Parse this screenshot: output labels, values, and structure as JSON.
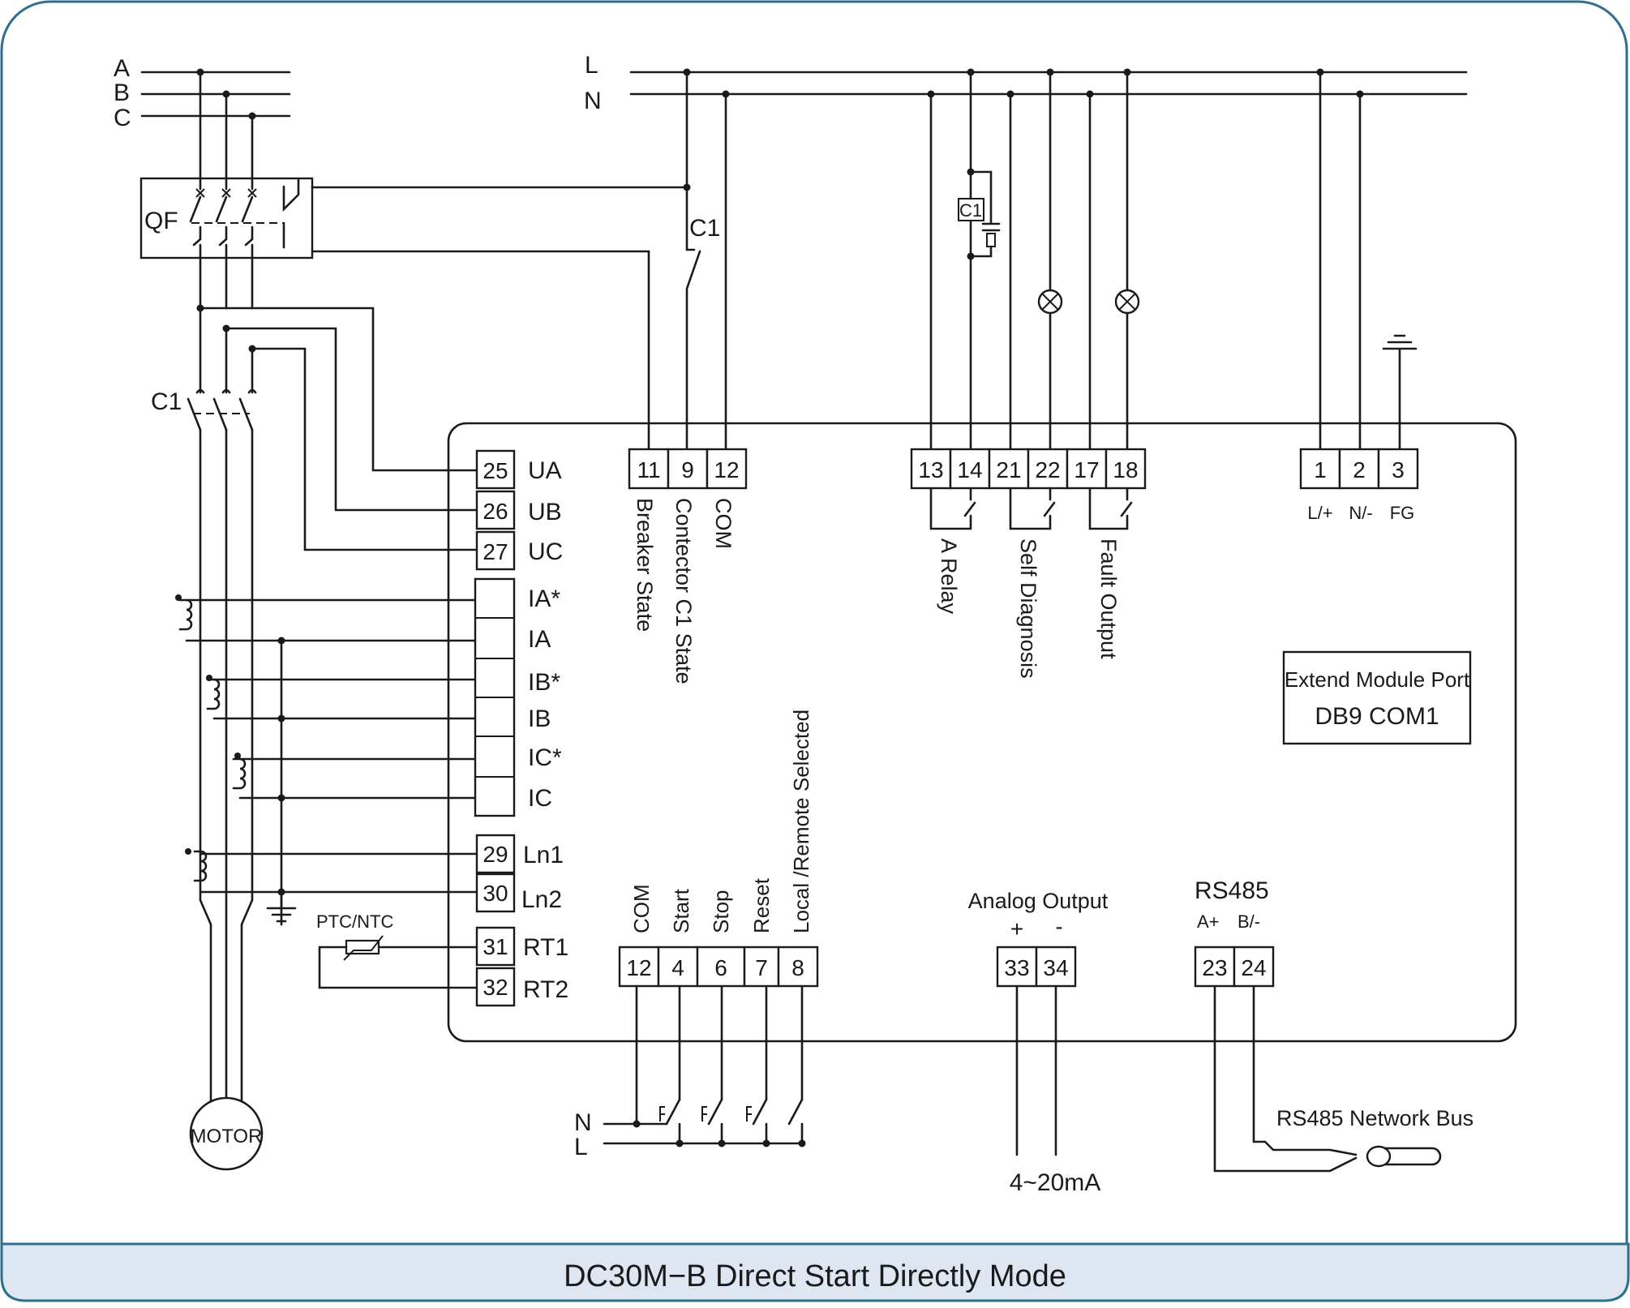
{
  "colors": {
    "frame": "#2d6f8f",
    "footer_bg": "#dde6f1",
    "ink": "#1a1a1a"
  },
  "footer": {
    "title": "DC30M−B Direct Start Directly Mode"
  },
  "supply_3phase": {
    "a": "A",
    "b": "B",
    "c": "C"
  },
  "supply_control": {
    "l": "L",
    "n": "N"
  },
  "switchgear": {
    "breaker": "QF",
    "contactor_main": "C1",
    "contactor_aux": "C1",
    "coil": "C1",
    "motor": "MOTOR",
    "sensor": "PTC/NTC"
  },
  "voltage_terminals": [
    {
      "num": "25",
      "label": "UA"
    },
    {
      "num": "26",
      "label": "UB"
    },
    {
      "num": "27",
      "label": "UC"
    }
  ],
  "current_terminals": [
    {
      "label": "IA*"
    },
    {
      "label": "IA"
    },
    {
      "label": "IB*"
    },
    {
      "label": "IB"
    },
    {
      "label": "IC*"
    },
    {
      "label": "IC"
    }
  ],
  "leakage_terminals": [
    {
      "num": "29",
      "label": "Ln1"
    },
    {
      "num": "30",
      "label": "Ln2"
    }
  ],
  "rt_terminals": [
    {
      "num": "31",
      "label": "RT1"
    },
    {
      "num": "32",
      "label": "RT2"
    }
  ],
  "state_terminals": [
    {
      "num": "11",
      "label": "Breaker State"
    },
    {
      "num": "9",
      "label": "Contector C1 State"
    },
    {
      "num": "12",
      "label": "COM"
    }
  ],
  "relay_terminals": [
    "13",
    "14",
    "21",
    "22",
    "17",
    "18"
  ],
  "relay_labels": [
    "A Relay",
    "Self Diagnosis",
    "Fault Output"
  ],
  "power_terminals": [
    {
      "num": "1",
      "label": "L/+"
    },
    {
      "num": "2",
      "label": "N/-"
    },
    {
      "num": "3",
      "label": "FG"
    }
  ],
  "extend_port": {
    "line1": "Extend Module Port",
    "line2": "DB9 COM1"
  },
  "input_terminals": [
    {
      "num": "12",
      "label": "COM"
    },
    {
      "num": "4",
      "label": "Start"
    },
    {
      "num": "6",
      "label": "Stop"
    },
    {
      "num": "7",
      "label": "Reset"
    },
    {
      "num": "8",
      "label": "Local /Remote Selected"
    }
  ],
  "input_supply": {
    "n": "N",
    "l": "L"
  },
  "analog_output": {
    "title": "Analog Output",
    "plus": "+",
    "minus": "-",
    "t1": "33",
    "t2": "34",
    "range": "4~20mA"
  },
  "rs485": {
    "title": "RS485",
    "a": "A+",
    "b": "B/-",
    "t1": "23",
    "t2": "24",
    "bus": "RS485 Network Bus"
  }
}
